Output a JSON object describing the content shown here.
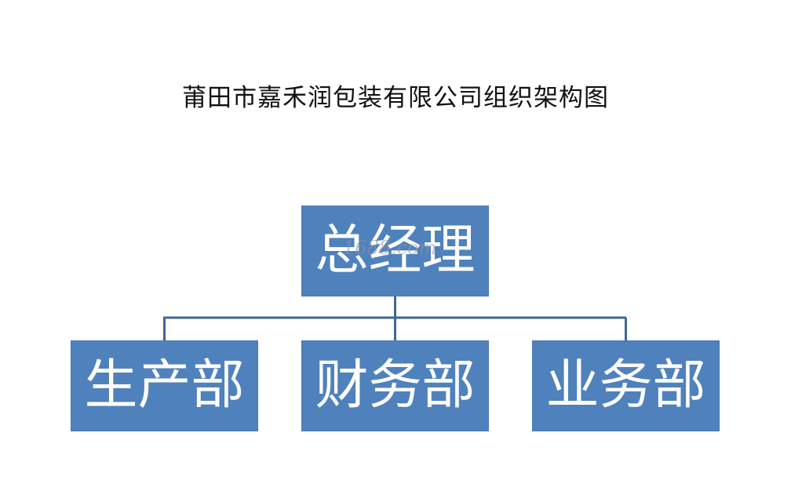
{
  "title": "莆田市嘉禾润包装有限公司组织架构图",
  "root": {
    "label": "总经理"
  },
  "departments": [
    {
      "label": "生产部"
    },
    {
      "label": "财务部"
    },
    {
      "label": "业务部"
    }
  ],
  "watermark": "1688.com",
  "colors": {
    "node_fill": "#4f81bd",
    "connector": "#3f6892",
    "node_text": "#ffffff",
    "title_text": "#111111"
  }
}
